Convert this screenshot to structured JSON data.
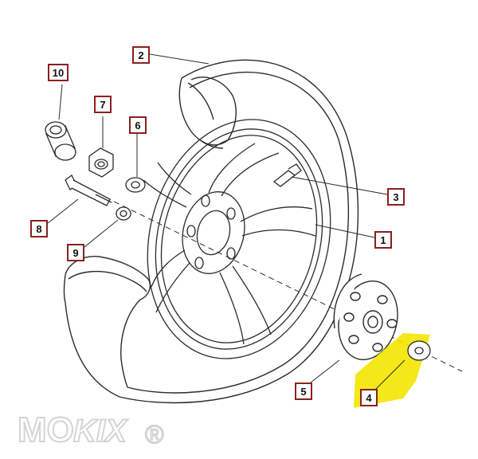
{
  "callouts": {
    "c1": "1",
    "c2": "2",
    "c3": "3",
    "c4": "4",
    "c5": "5",
    "c6": "6",
    "c7": "7",
    "c8": "8",
    "c9": "9",
    "c10": "10"
  },
  "watermark": {
    "text_part1": "MO",
    "text_part2": "KIX",
    "registered_mark": "®"
  },
  "colors": {
    "line": "#2a2a2a",
    "callout_border": "#8b1f1f",
    "highlight": "#f2e600",
    "watermark": "#d4d4d4"
  }
}
